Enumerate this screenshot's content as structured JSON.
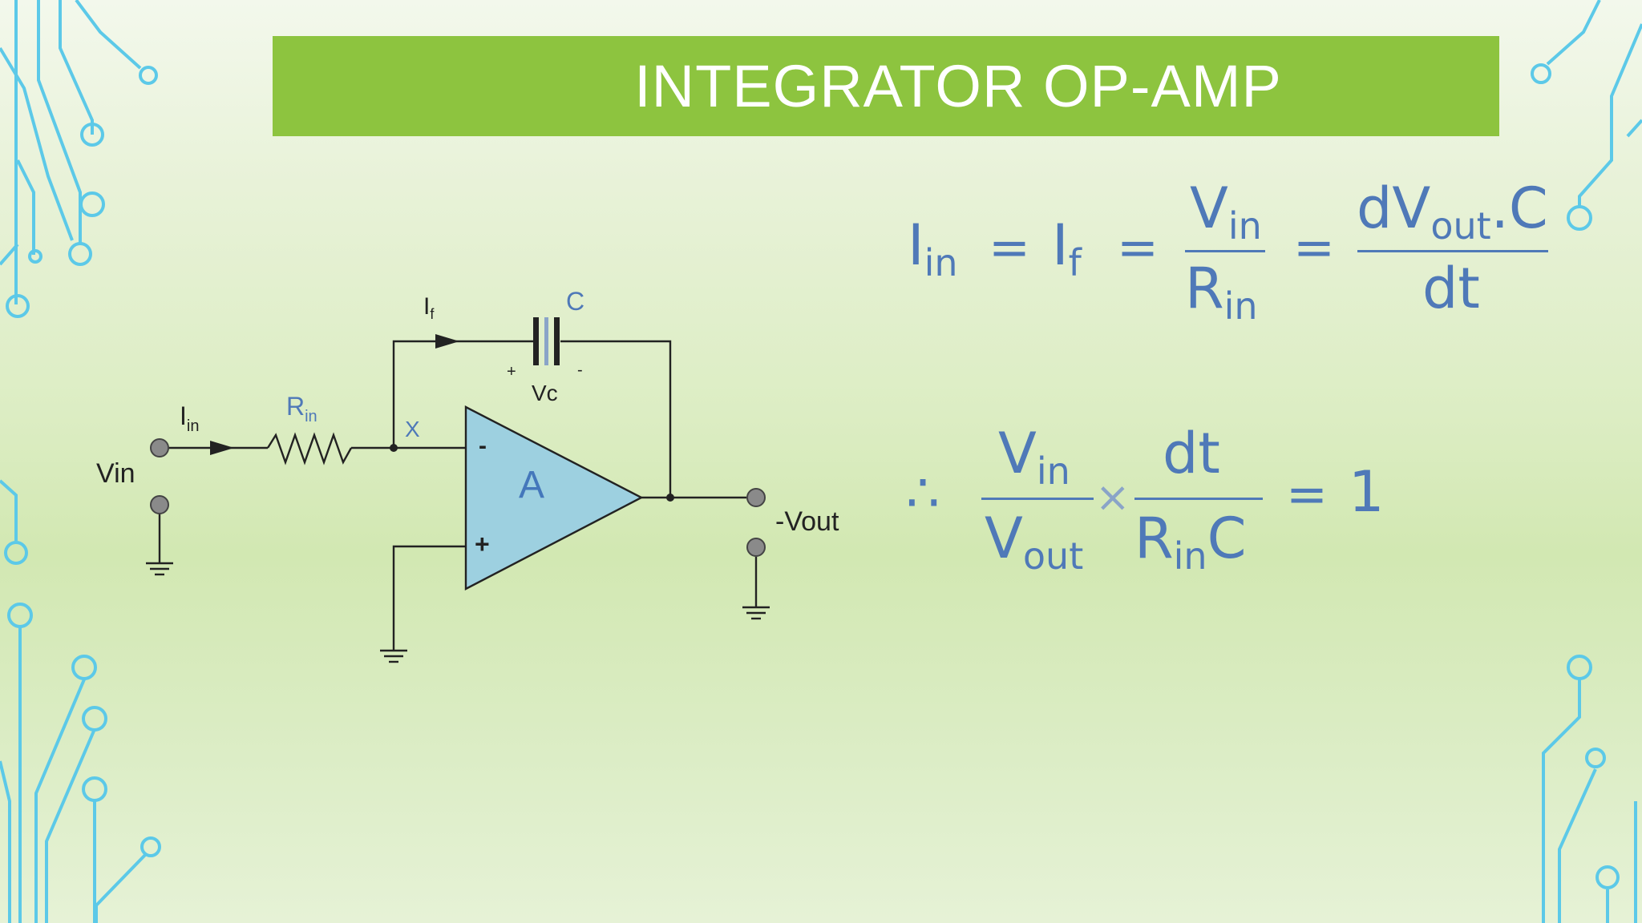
{
  "slide": {
    "title": "INTEGRATOR OP-AMP",
    "colors": {
      "title_bar": "#8dc43f",
      "title_text": "#ffffff",
      "equation_text": "#4f79b8",
      "opamp_fill": "#9dd0e0",
      "decoration": "#5cc9e8"
    }
  },
  "circuit": {
    "input_label": "Vin",
    "output_label": "-Vout",
    "input_current": {
      "main": "I",
      "sub": "in"
    },
    "feedback_current": {
      "main": "I",
      "sub": "f"
    },
    "resistor": {
      "main": "R",
      "sub": "in"
    },
    "capacitor_label": "C",
    "cap_voltage": "Vc",
    "cap_plus": "+",
    "cap_minus": "-",
    "node_label": "X",
    "opamp_label": "A",
    "inverting": "-",
    "noninverting": "+"
  },
  "equations": {
    "eq1": {
      "i_in": {
        "main": "I",
        "sub": "in"
      },
      "eq_sign": "=",
      "i_f": {
        "main": "I",
        "sub": "f"
      },
      "frac1": {
        "num_main": "V",
        "num_sub": "in",
        "den_main": "R",
        "den_sub": "in"
      },
      "frac2": {
        "num_main": "dV",
        "num_sub": "out",
        "num_tail": ".C",
        "den": "dt"
      }
    },
    "eq2": {
      "therefore": "∴",
      "frac1": {
        "num_main": "V",
        "num_sub": "in",
        "den_main": "V",
        "den_sub": "out"
      },
      "times": "×",
      "frac2": {
        "num": "dt",
        "den_main": "R",
        "den_sub": "in",
        "den_tail": "C"
      },
      "eq_sign": "=",
      "rhs": "1"
    }
  }
}
